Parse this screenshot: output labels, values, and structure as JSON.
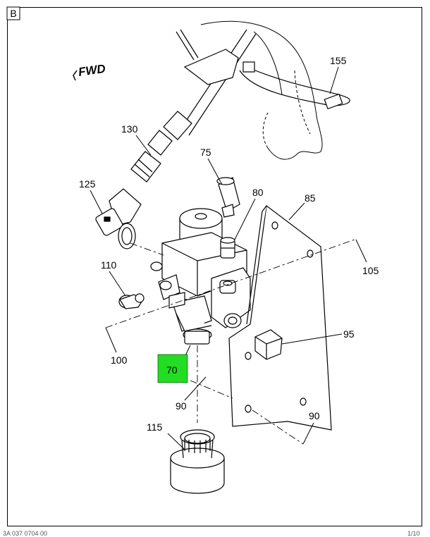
{
  "view_label": "B",
  "direction_label": "FWD",
  "callouts": {
    "c155": "155",
    "c130": "130",
    "c75": "75",
    "c125": "125",
    "c80": "80",
    "c85": "85",
    "c105": "105",
    "c110": "110",
    "c95": "95",
    "c100": "100",
    "c70": "70",
    "c90a": "90",
    "c90b": "90",
    "c115": "115"
  },
  "highlight_color": "#22dd22",
  "footer": {
    "left": "3A 037 0704 00",
    "right": "1/10"
  }
}
